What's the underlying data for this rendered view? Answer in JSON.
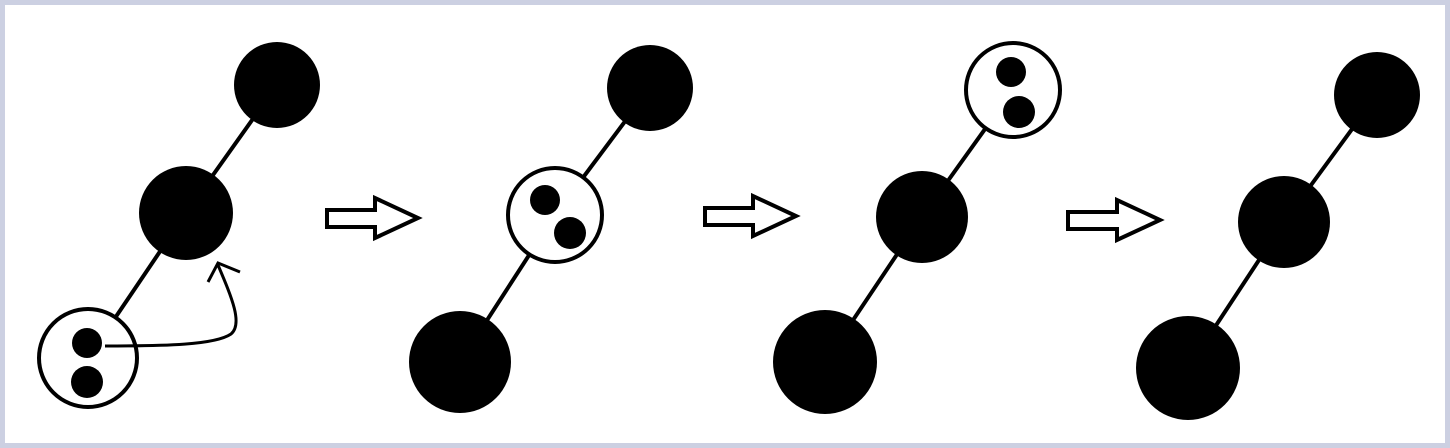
{
  "colors": {
    "border": "#ccd0e2",
    "background": "#ffffff",
    "ink": "#000000"
  },
  "diagram": {
    "stages": [
      {
        "chain": [
          "empty",
          "filled",
          "filled"
        ],
        "site_with_pair": 0,
        "has_hop_arrow": true
      },
      {
        "chain": [
          "filled",
          "empty",
          "filled"
        ],
        "site_with_pair": 1,
        "has_hop_arrow": false
      },
      {
        "chain": [
          "filled",
          "filled",
          "empty"
        ],
        "site_with_pair": 2,
        "has_hop_arrow": false
      },
      {
        "chain": [
          "filled",
          "filled",
          "filled"
        ],
        "site_with_pair": null,
        "has_hop_arrow": false
      }
    ],
    "transition_arrows": 3,
    "icons": [
      "large-filled-node",
      "medium-filled-node",
      "small-filled-node",
      "open-node-with-particle-pair",
      "transition-arrow",
      "hop-arrow"
    ]
  }
}
